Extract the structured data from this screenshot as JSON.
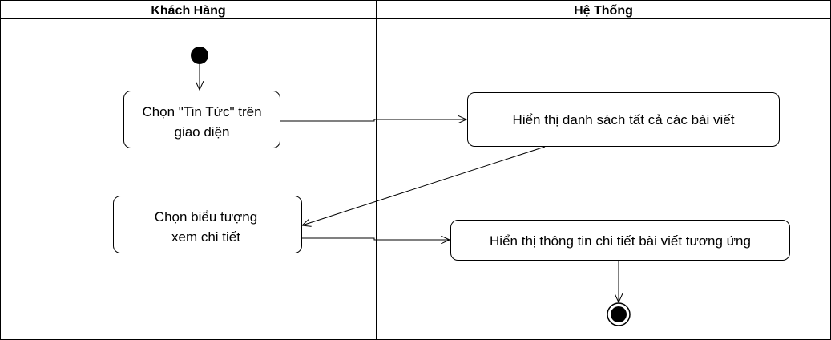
{
  "lanes": [
    {
      "title": "Khách Hàng"
    },
    {
      "title": "Hệ Thống"
    }
  ],
  "nodes": {
    "choose_news": {
      "lines": [
        "Chọn \"Tin Tức\" trên",
        "giao diện"
      ]
    },
    "show_list": {
      "lines": [
        "Hiển thị danh sách tất cả các bài viết"
      ]
    },
    "choose_detail": {
      "lines": [
        "Chọn biểu tượng",
        "xem chi tiết"
      ]
    },
    "show_detail": {
      "lines": [
        "Hiển thị thông tin chi tiết bài viết tương ứng"
      ]
    }
  }
}
